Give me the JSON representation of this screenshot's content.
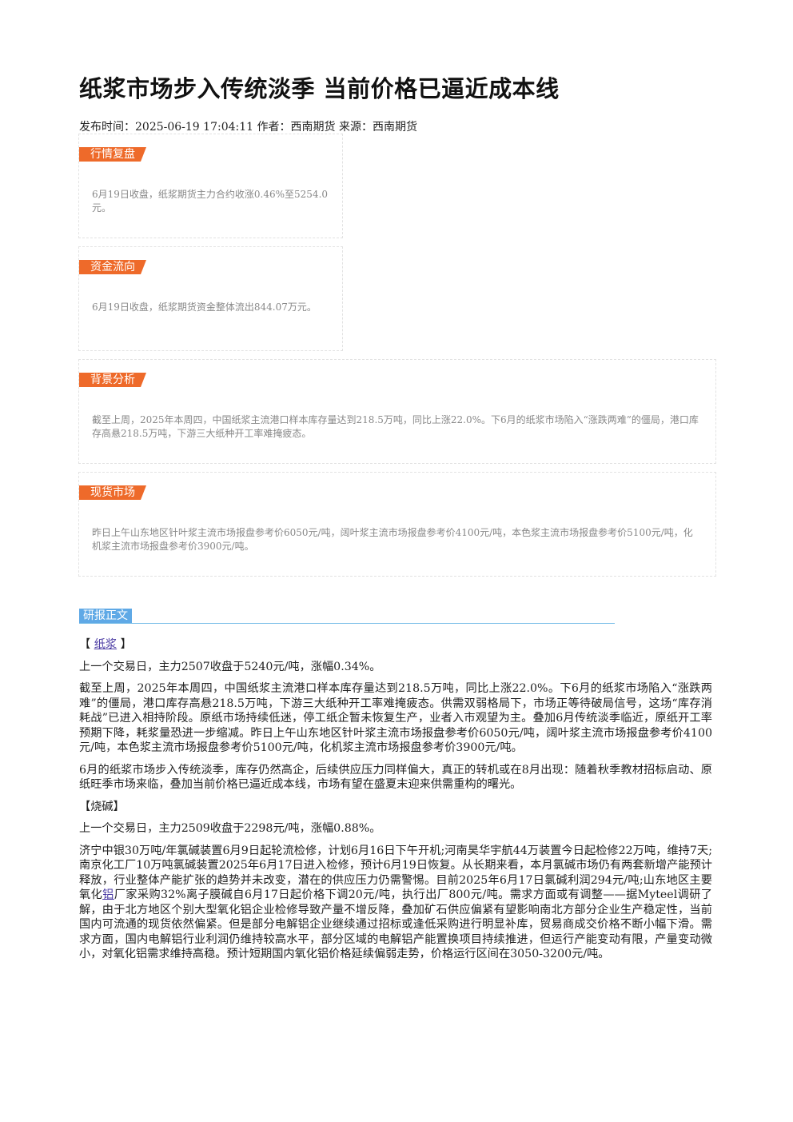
{
  "article": {
    "title": "纸浆市场步入传统淡季 当前价格已逼近成本线",
    "meta": "发布时间：2025-06-19 17:04:11 作者：西南期货 来源：西南期货"
  },
  "cards": {
    "review": {
      "tag": "行情复盘",
      "text": "6月19日收盘，纸浆期货主力合约收涨0.46%至5254.0元。"
    },
    "funds": {
      "tag": "资金流向",
      "text": "6月19日收盘，纸浆期货资金整体流出844.07万元。"
    },
    "background": {
      "tag": "背景分析",
      "text": "截至上周，2025年本周四，中国纸浆主流港口样本库存量达到218.5万吨，同比上涨22.0%。下6月的纸浆市场陷入“涨跌两难”的僵局，港口库存高悬218.5万吨，下游三大纸种开工率难掩疲态。"
    },
    "spot": {
      "tag": "现货市场",
      "text": "昨日上午山东地区针叶浆主流市场报盘参考价6050元/吨，阔叶浆主流市场报盘参考价4100元/吨，本色浆主流市场报盘参考价5100元/吨，化机浆主流市场报盘参考价3900元/吨。"
    }
  },
  "report": {
    "tag": "研报正文",
    "pulp": {
      "bracket_open": "【",
      "link": "纸浆",
      "bracket_close": "】",
      "p1": "上一个交易日，主力2507收盘于5240元/吨，涨幅0.34%。",
      "p2": "截至上周，2025年本周四，中国纸浆主流港口样本库存量达到218.5万吨，同比上涨22.0%。下6月的纸浆市场陷入“涨跌两难”的僵局，港口库存高悬218.5万吨，下游三大纸种开工率难掩疲态。供需双弱格局下，市场正等待破局信号，这场“库存消耗战”已进入相持阶段。原纸市场持续低迷，停工纸企暂未恢复生产，业者入市观望为主。叠加6月传统淡季临近，原纸开工率预期下降，耗浆量恐进一步缩减。昨日上午山东地区针叶浆主流市场报盘参考价6050元/吨，阔叶浆主流市场报盘参考价4100元/吨，本色浆主流市场报盘参考价5100元/吨，化机浆主流市场报盘参考价3900元/吨。",
      "p3": "6月的纸浆市场步入传统淡季，库存仍然高企，后续供应压力同样偏大，真正的转机或在8月出现：随着秋季教材招标启动、原纸旺季市场来临，叠加当前价格已逼近成本线，市场有望在盛夏末迎来供需重构的曙光。"
    },
    "caustic": {
      "heading": "【烧碱】",
      "p1": "上一个交易日，主力2509收盘于2298元/吨，涨幅0.88%。",
      "p2_before": "济宁中银30万吨/年氯碱装置6月9日起轮流检修，计划6月16日下午开机;河南昊华宇航44万装置今日起检修22万吨，维持7天;南京化工厂10万吨氯碱装置2025年6月17日进入检修，预计6月19日恢复。从长期来看，本月氯碱市场仍有两套新增产能预计释放，行业整体产能扩张的趋势并未改变，潜在的供应压力仍需警惕。目前2025年6月17日氯碱利润294元/吨;山东地区主要氧化",
      "p2_link": "铝",
      "p2_after": "厂家采购32%离子膜碱自6月17日起价格下调20元/吨，执行出厂800元/吨。需求方面或有调整——据Myteel调研了解，由于北方地区个别大型氧化铝企业检修导致产量不增反降，叠加矿石供应偏紧有望影响南北方部分企业生产稳定性，当前国内可流通的现货依然偏紧。但是部分电解铝企业继续通过招标或逢低采购进行明显补库，贸易商成交价格不断小幅下滑。需求方面，国内电解铝行业利润仍维持较高水平，部分区域的电解铝产能置换项目持续推进，但运行产能变动有限，产量变动微小，对氧化铝需求维持高稳。预计短期国内氧化铝价格延续偏弱走势，价格运行区间在3050-3200元/吨。"
    }
  }
}
